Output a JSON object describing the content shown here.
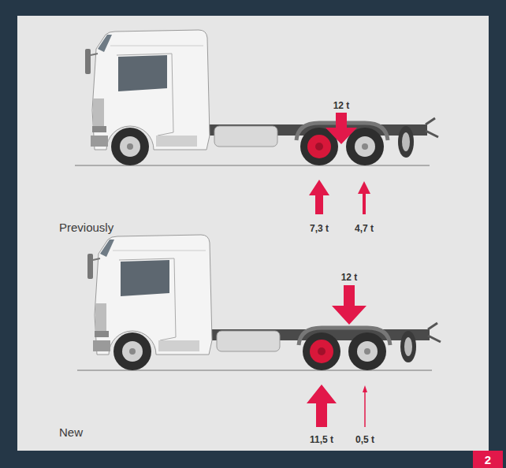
{
  "diagram": {
    "nodes": [
      {
        "text": [
          "2"
        ]
      }
    ],
    "labels": [
      "12 t",
      "7,3 t",
      "4,7 t",
      "Previously",
      "12 t",
      "11,5 t",
      "0,5 t",
      "New"
    ]
  }
}
